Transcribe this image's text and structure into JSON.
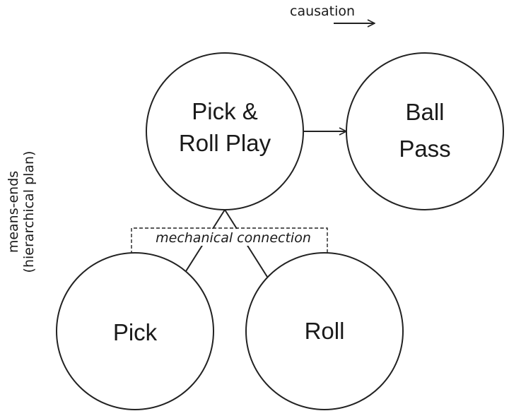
{
  "legend": {
    "causation_label": "causation",
    "means_ends_line1": "means-ends",
    "means_ends_line2": "(hierarchical plan)"
  },
  "nodes": {
    "pick_roll_play": {
      "line1": "Pick &",
      "line2": "Roll Play"
    },
    "ball_pass": {
      "line1": "Ball",
      "line2": "Pass"
    },
    "pick": {
      "label": "Pick"
    },
    "roll": {
      "label": "Roll"
    }
  },
  "connections": {
    "mechanical_label": "mechanical connection",
    "causal_edge": {
      "from": "Pick & Roll Play",
      "to": "Ball Pass",
      "type": "causation"
    },
    "hierarchical_edges": [
      {
        "from": "Pick",
        "to": "Pick & Roll Play",
        "type": "means-ends"
      },
      {
        "from": "Roll",
        "to": "Pick & Roll Play",
        "type": "means-ends"
      }
    ]
  }
}
